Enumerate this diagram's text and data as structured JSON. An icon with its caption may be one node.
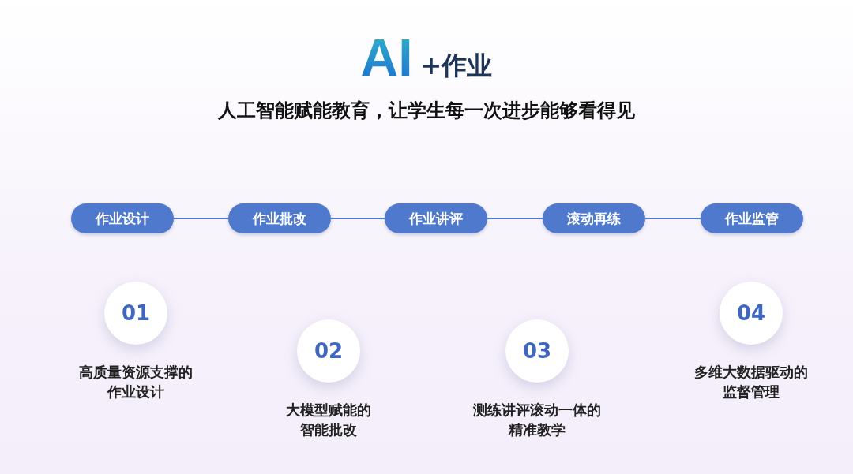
{
  "diagram": {
    "title": "人工智能赋能教育，让学生每一次进步能够看得见",
    "nodes": [
      {
        "text": [
          "作业设计"
        ]
      },
      {
        "text": [
          "作业批改"
        ]
      },
      {
        "text": [
          "作业讲评"
        ]
      },
      {
        "text": [
          "滚动再练"
        ]
      },
      {
        "text": [
          "作业监管"
        ]
      },
      {
        "text": [
          "01"
        ],
        "beside": [
          "高质量资源支撑的作业设计"
        ]
      },
      {
        "text": [
          "02"
        ],
        "beside": [
          "大模型赋能的智能批改"
        ]
      },
      {
        "text": [
          "03"
        ],
        "beside": [
          "测练讲评滚动一体的精准教学"
        ]
      },
      {
        "text": [
          "04"
        ],
        "beside": [
          "多维大数据驱动的监督管理"
        ]
      }
    ],
    "edges": [
      {
        "from": 0,
        "to": 1,
        "arrow": "none"
      },
      {
        "from": 1,
        "to": 2,
        "arrow": "none"
      },
      {
        "from": 2,
        "to": 3,
        "arrow": "none"
      },
      {
        "from": 3,
        "to": 4,
        "arrow": "none"
      }
    ],
    "labels": [
      "AI",
      "+作业"
    ]
  }
}
